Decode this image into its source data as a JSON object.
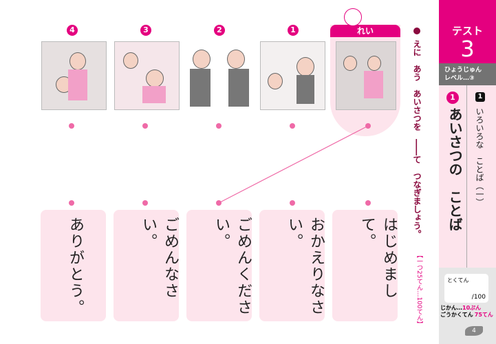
{
  "example_label": "れい",
  "pictures": [
    {
      "number": "4"
    },
    {
      "number": "3"
    },
    {
      "number": "2"
    },
    {
      "number": "1"
    }
  ],
  "phrases": [
    "ありがとう。",
    "ごめんなさい。",
    "ごめんください。",
    "おかえりなさい。",
    "はじめまして。"
  ],
  "instruction": "えに　あう　あいさつを　――て　つなぎましょう。",
  "points": "【一つ25てん…100てん】",
  "sidebar": {
    "test_label": "テスト",
    "test_number": "3",
    "level_line1": "ひょうじゅん",
    "level_line2": "レベル…③",
    "unit_number": "1",
    "unit_title": "あいさつの　ことば",
    "section_number": "1",
    "section_title": "いろいろな　ことば（一）",
    "score_label": "とくてん",
    "score_max": "/100",
    "time": "じかん…",
    "time_value": "10ぷん",
    "pass": "ごうかくてん",
    "pass_value": "75てん",
    "page_number": "4"
  },
  "colors": {
    "accent": "#e4007f",
    "pink_bg": "#fde4ec",
    "gray": "#737373"
  }
}
